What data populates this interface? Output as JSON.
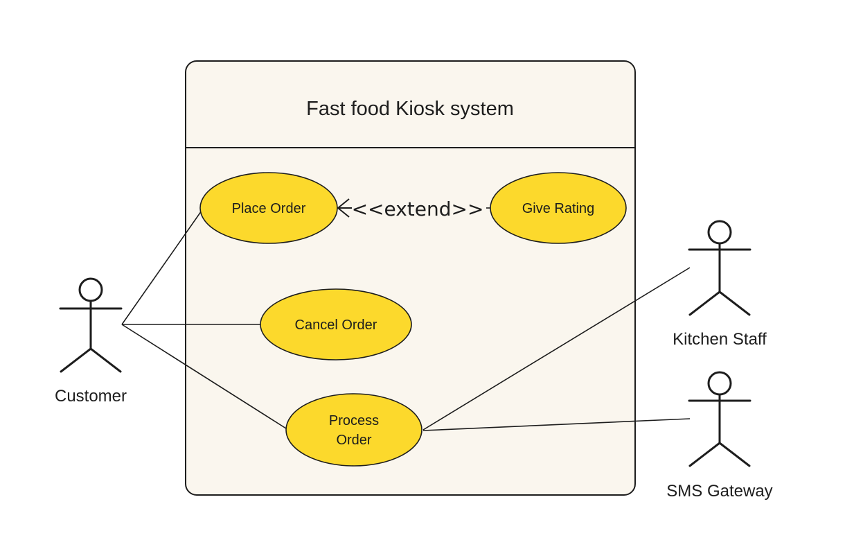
{
  "system": {
    "title": "Fast food Kiosk system"
  },
  "use_cases": {
    "place_order": "Place Order",
    "give_rating": "Give Rating",
    "cancel_order": "Cancel Order",
    "process_order_line1": "Process",
    "process_order_line2": "Order"
  },
  "relationships": {
    "extend": "<<extend>>"
  },
  "actors": {
    "customer": "Customer",
    "kitchen_staff": "Kitchen Staff",
    "sms_gateway": "SMS Gateway"
  },
  "colors": {
    "system_fill": "#faf6ee",
    "use_case_fill": "#fcd92c",
    "stroke": "#1d1d1d"
  }
}
